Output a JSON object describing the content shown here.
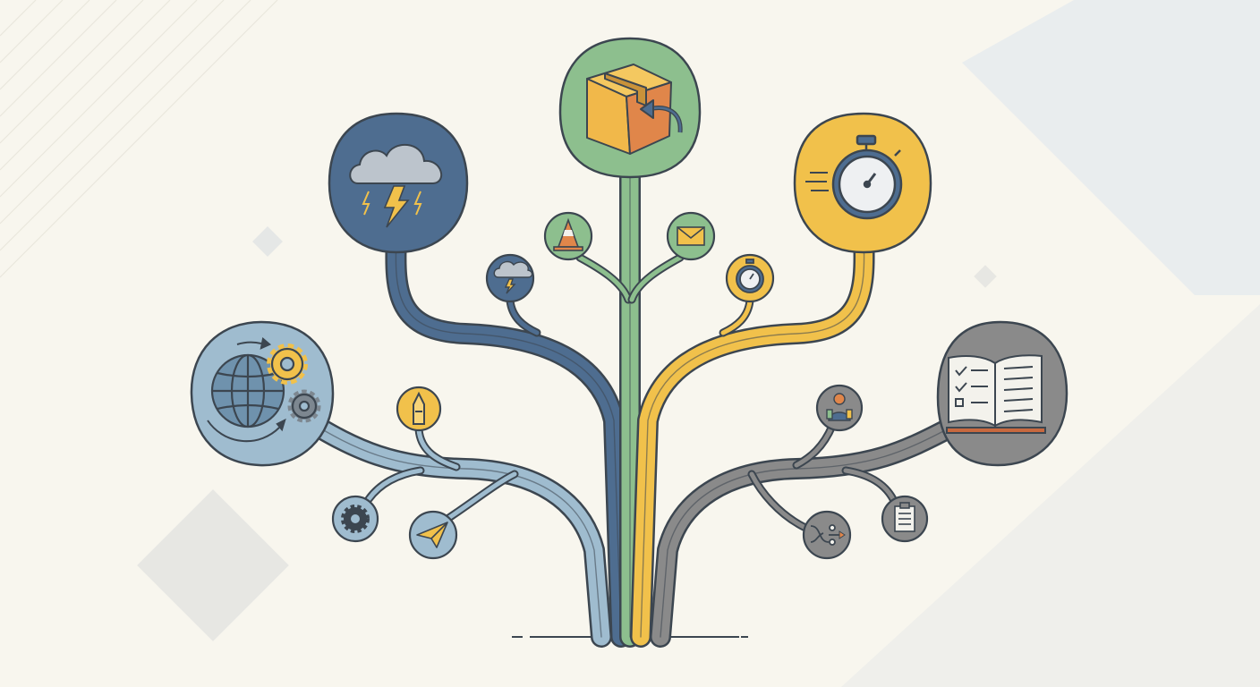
{
  "colors": {
    "background": "#f8f6ee",
    "outline": "#3c4650",
    "blue_dark": "#4e6d90",
    "blue_light": "#9fbccf",
    "green": "#8dbf8e",
    "yellow": "#f1c14b",
    "gray": "#8a8a8a"
  },
  "trunk": {
    "branches": [
      {
        "name": "global-operations",
        "color": "#9fbccf",
        "icon": "globe-gears-icon",
        "twigs": [
          "pencil-icon",
          "gear-icon",
          "paper-plane-icon"
        ]
      },
      {
        "name": "disruptions",
        "color": "#4e6d90",
        "icon": "storm-cloud-icon",
        "twigs": [
          "small-storm-cloud-icon"
        ]
      },
      {
        "name": "returns",
        "color": "#8dbf8e",
        "icon": "return-package-icon",
        "twigs": [
          "traffic-cone-icon",
          "envelope-icon"
        ]
      },
      {
        "name": "timing",
        "color": "#f1c14b",
        "icon": "stopwatch-icon",
        "twigs": [
          "small-stopwatch-icon"
        ]
      },
      {
        "name": "documentation",
        "color": "#8a8a8a",
        "icon": "open-book-icon",
        "twigs": [
          "person-icon",
          "clipboard-icon",
          "connector-icon"
        ]
      }
    ]
  }
}
